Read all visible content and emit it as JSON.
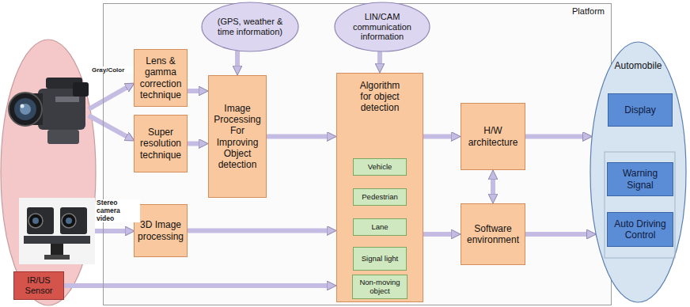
{
  "diagram": {
    "nodes": [
      {
        "text": [
          "IR/US Sensor"
        ]
      },
      {
        "text": [
          "Platform"
        ]
      },
      {
        "text": [
          "Lens & gamma correction technique"
        ],
        "in": 1
      },
      {
        "text": [
          "Super resolution technique"
        ],
        "in": 1
      },
      {
        "text": [
          "3D Image processing"
        ],
        "in": 1
      },
      {
        "text": [
          "(GPS, weather & time information)"
        ],
        "in": 1
      },
      {
        "text": [
          "Image Processing For Improving Object detection"
        ],
        "in": 1
      },
      {
        "text": [
          "LIN/CAM communication information"
        ],
        "in": 1
      },
      {
        "text": [
          "Algorithm for object detection"
        ],
        "in": 1
      },
      {
        "text": [
          "Vehicle"
        ],
        "in": 8
      },
      {
        "text": [
          "Pedestrian"
        ],
        "in": 8
      },
      {
        "text": [
          "Lane"
        ],
        "in": 8
      },
      {
        "text": [
          "Signal light"
        ],
        "in": 8
      },
      {
        "text": [
          "Non-moving object"
        ],
        "in": 8
      },
      {
        "text": [
          "H/W architecture"
        ],
        "in": 1
      },
      {
        "text": [
          "Software environment"
        ],
        "in": 1
      },
      {
        "text": [
          "Automobile"
        ]
      },
      {
        "text": [
          "Display"
        ],
        "in": 16
      },
      {
        "text": [
          "Warning Signal"
        ],
        "in": 16
      },
      {
        "text": [
          "Auto Driving Control"
        ],
        "in": 16
      }
    ],
    "edges": [
      {
        "from": 0,
        "to": 8,
        "arrow": "to"
      },
      {
        "from": 2,
        "to": 6,
        "arrow": "to"
      },
      {
        "from": 3,
        "to": 6,
        "arrow": "to"
      },
      {
        "from": 5,
        "to": 6,
        "arrow": "to"
      },
      {
        "from": 6,
        "to": 8,
        "arrow": "to"
      },
      {
        "from": 4,
        "to": 8,
        "arrow": "to"
      },
      {
        "from": 7,
        "to": 8,
        "arrow": "to"
      },
      {
        "from": 8,
        "to": 14,
        "arrow": "to"
      },
      {
        "from": 8,
        "to": 15,
        "arrow": "to"
      },
      {
        "from": 14,
        "to": 15,
        "arrow": "both"
      },
      {
        "from": 14,
        "to": 16,
        "arrow": "to"
      },
      {
        "from": 15,
        "to": 16,
        "arrow": "to"
      }
    ],
    "labels": [
      "Gray/Color",
      "Stereo camera video"
    ]
  }
}
